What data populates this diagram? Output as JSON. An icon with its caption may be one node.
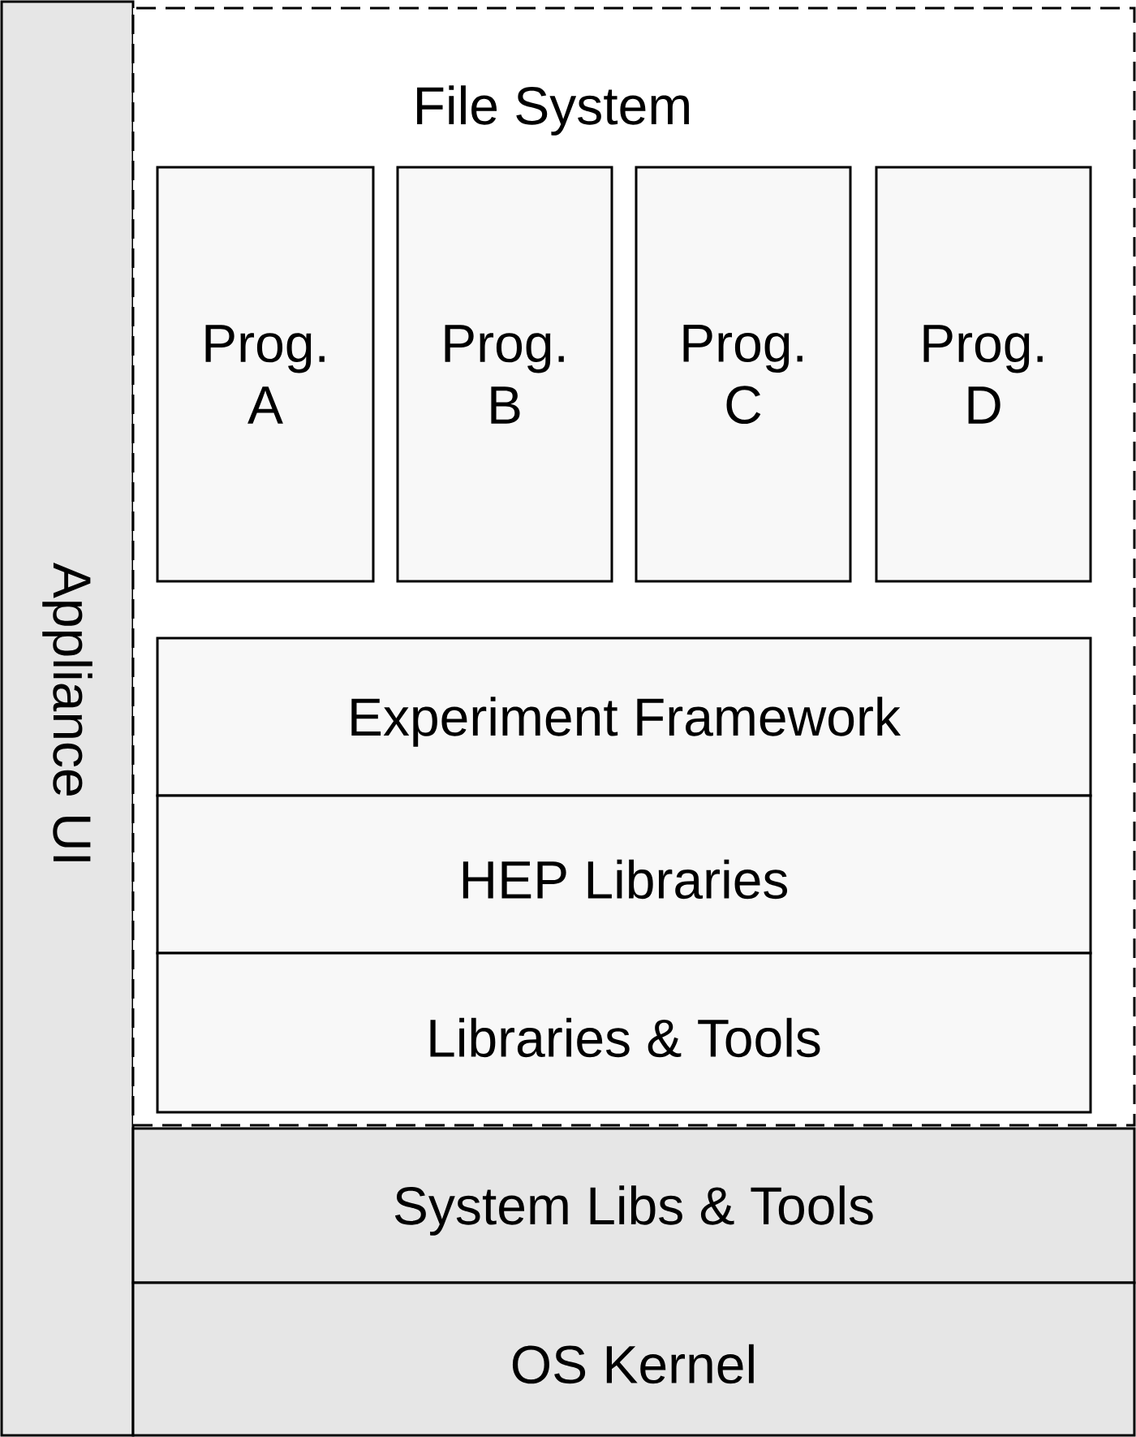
{
  "diagram": {
    "nodes": [
      {
        "text": [
          "Appliance UI"
        ]
      },
      {
        "text": [
          "File System"
        ]
      },
      {
        "text": [
          "Prog. A"
        ],
        "in": 1
      },
      {
        "text": [
          "Prog. B"
        ],
        "in": 1
      },
      {
        "text": [
          "Prog. C"
        ],
        "in": 1
      },
      {
        "text": [
          "Prog. D"
        ],
        "in": 1
      },
      {
        "text": [
          "Experiment Framework"
        ],
        "in": 1
      },
      {
        "text": [
          "HEP Libraries"
        ],
        "in": 1
      },
      {
        "text": [
          "Libraries & Tools"
        ],
        "in": 1
      },
      {
        "text": [
          "System Libs & Tools"
        ]
      },
      {
        "text": [
          "OS Kernel"
        ]
      }
    ]
  }
}
